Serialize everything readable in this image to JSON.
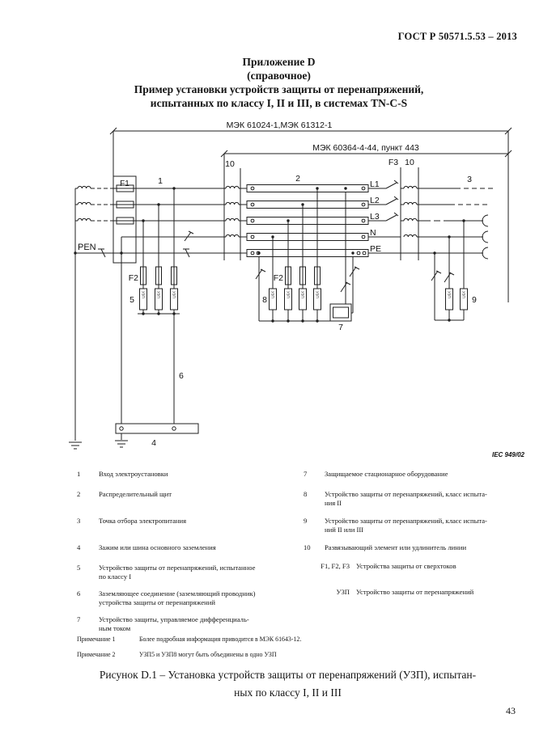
{
  "header": {
    "standard": "ГОСТ Р 50571.5.53 – 2013"
  },
  "page_number": "43",
  "title": {
    "line1": "Приложение D",
    "line2": "(справочное)",
    "line3": "Пример установки устройств защиты от перенапряжений,",
    "line4": "испытанных по классу I, II и III,  в системах TN-C-S"
  },
  "diagram": {
    "scope_outer": "МЭК 61024-1,МЭК 61312-1",
    "scope_inner": "МЭК 60364-4-44, пункт 443",
    "iec_ref": "IEC  949/02",
    "spd_text": "УЗП",
    "labels": {
      "f1": "F1",
      "f2_left": "F2",
      "f2_center": "F2",
      "f3": "F3",
      "pen": "PEN",
      "l1": "L1",
      "l2": "L2",
      "l3": "L3",
      "n": "N",
      "pe": "PE",
      "k1": "1",
      "k2": "2",
      "k3": "3",
      "k4": "4",
      "k5": "5",
      "k6": "6",
      "k7": "7",
      "k8": "8",
      "k9": "9",
      "k10_board": "10",
      "k10_right": "10"
    }
  },
  "legend": {
    "left": [
      {
        "num": "1",
        "text": "Вход электроустановки"
      },
      {
        "num": "2",
        "text": "Распределительный щит"
      },
      {
        "num": "3",
        "text": "Точка отбора электропитания"
      },
      {
        "num": "4",
        "text": "Зажим или шина основного заземления"
      },
      {
        "num": "5",
        "text": "Устройство защиты от перенапряжений, испытанное\nпо классу I"
      },
      {
        "num": "6",
        "text": "Заземляющее соединение (заземляющий проводник)\nустройства защиты от перенапряжений"
      },
      {
        "num": "7",
        "text": "Устройство защиты, управляемое дифференциаль-\nным током"
      }
    ],
    "right": [
      {
        "num": "7",
        "text": "Защищаемое стационарное оборудование"
      },
      {
        "num": "8",
        "text": "Устройство защиты от перенапряжений, класс испыта-\nния II"
      },
      {
        "num": "9",
        "text": "Устройство защиты от перенапряжений, класс испыта-\nний II или III"
      },
      {
        "num": "10",
        "text": "Развязывающий элемент или удлинитель линии"
      },
      {
        "num": "F1, F2, F3",
        "text": "Устройства защиты от сверхтоков"
      },
      {
        "num": "УЗП",
        "text": "Устройство защиты от перенапряжений"
      }
    ]
  },
  "notes": [
    {
      "label": "Примечание 1",
      "text": "Более подробная информация приводится в МЭК 61643-12."
    },
    {
      "label": "Примечание 2",
      "text": "УЗП5 и УЗП8 могут быть объединены в одно УЗП"
    }
  ],
  "caption": {
    "line1": "Рисунок D.1 – Установка устройств защиты от перенапряжений (УЗП), испытан-",
    "line2": "ных по классу I, II и III"
  }
}
